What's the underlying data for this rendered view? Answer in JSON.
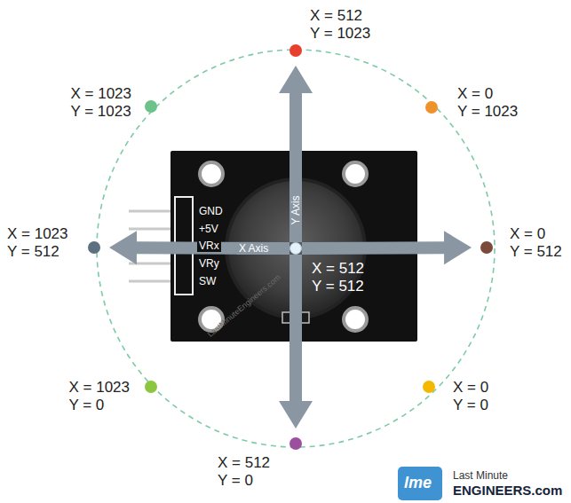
{
  "diagram": {
    "nodes": [
      {
        "text": [
          "X = 512",
          "Y = 1023"
        ]
      },
      {
        "text": [
          "X = 1023",
          "Y = 1023"
        ]
      },
      {
        "text": [
          "X = 0",
          "Y = 1023"
        ]
      },
      {
        "text": [
          "X = 1023",
          "Y = 512"
        ]
      },
      {
        "text": [
          "X = 512",
          "Y = 512"
        ]
      },
      {
        "text": [
          "X = 0",
          "Y = 512"
        ]
      },
      {
        "text": [
          "X = 1023",
          "Y = 0"
        ]
      },
      {
        "text": [
          "X = 0",
          "Y = 0"
        ]
      },
      {
        "text": [
          "X = 512",
          "Y = 0"
        ]
      }
    ],
    "edges": [
      {
        "from": 4,
        "to": 0,
        "label": "Y Axis",
        "arrow": "to"
      },
      {
        "from": 4,
        "to": 3,
        "label": "X Axis",
        "arrow": "to"
      },
      {
        "from": 4,
        "to": 5,
        "arrow": "to"
      },
      {
        "from": 4,
        "to": 8,
        "arrow": "to"
      }
    ],
    "labels": [
      "GND",
      "+5V",
      "VRx",
      "VRy",
      "SW",
      "LastMinuteEngineers.com",
      "lme",
      "Last Minute",
      "ENGINEERS.com"
    ]
  }
}
